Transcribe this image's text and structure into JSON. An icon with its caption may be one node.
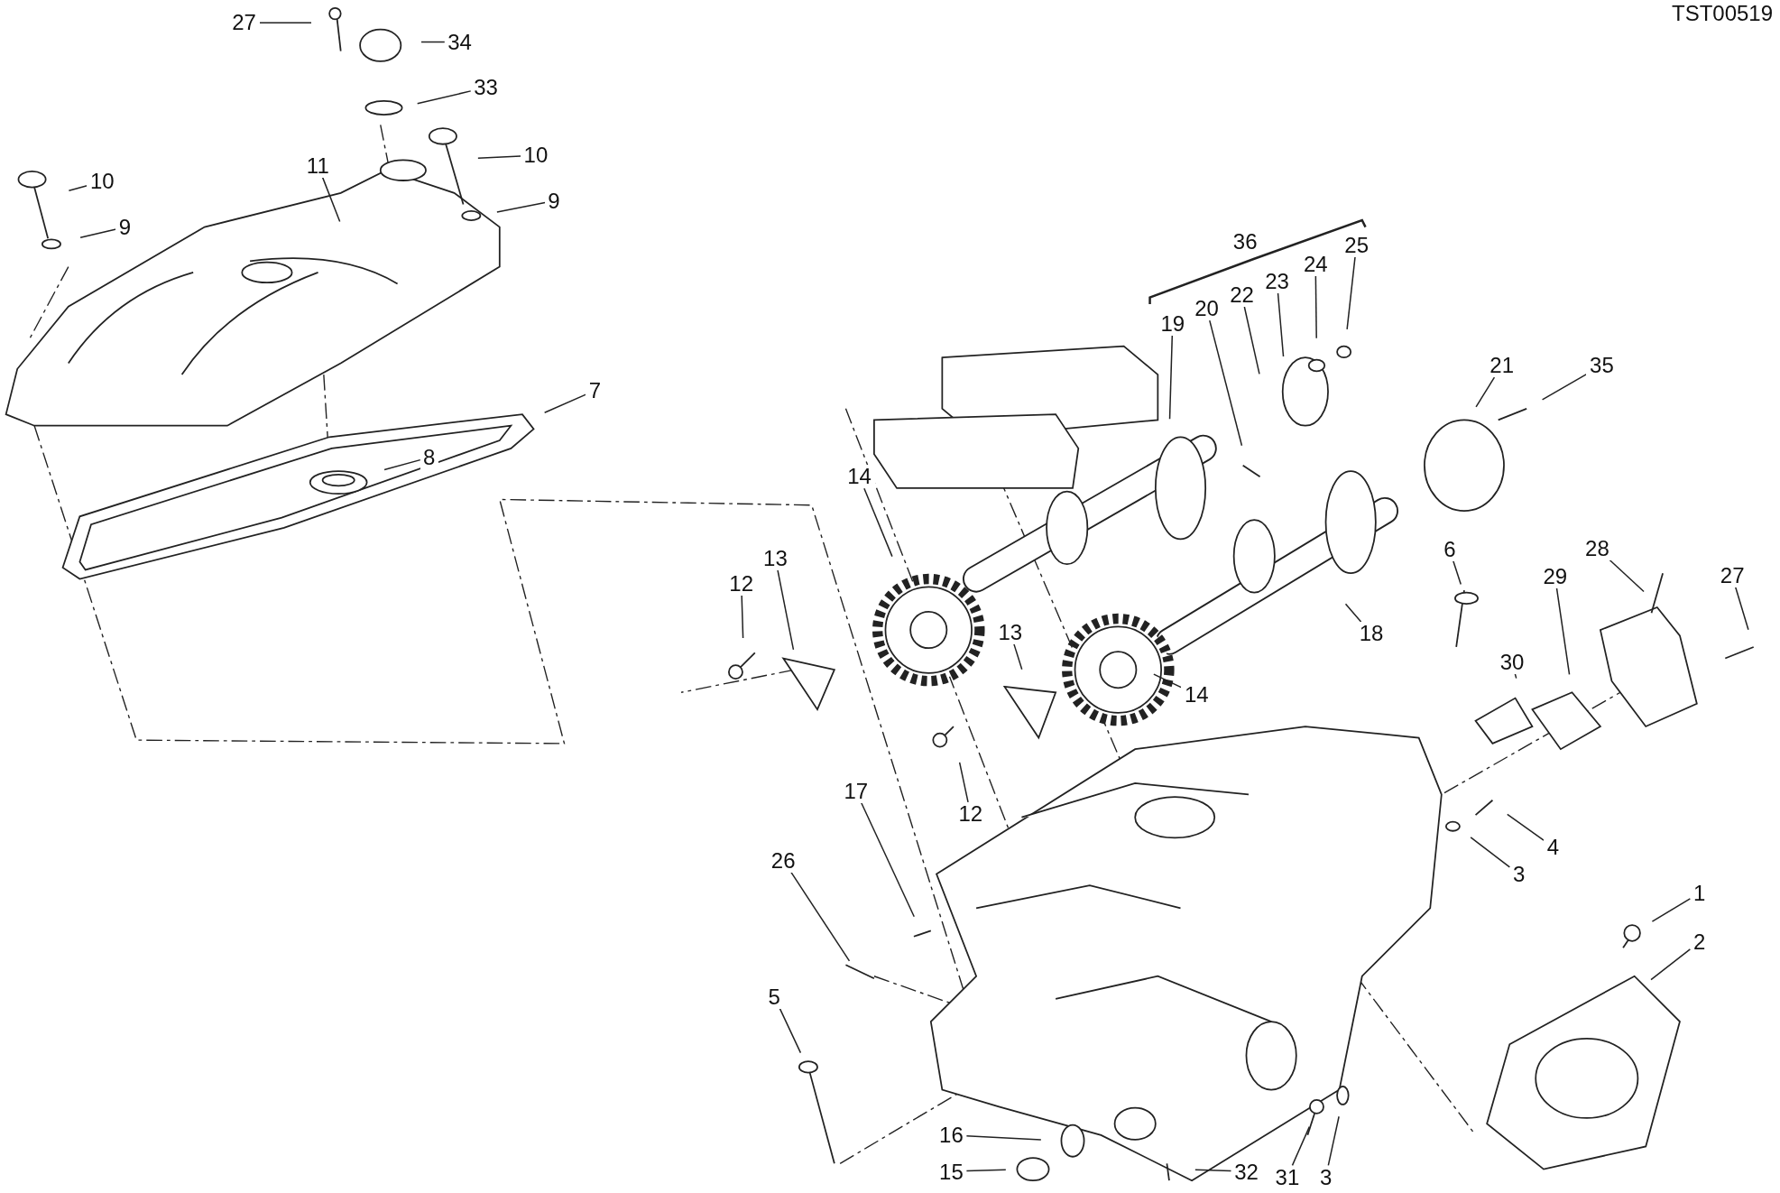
{
  "diagram": {
    "nodes": [
      {
        "text": [
          "27"
        ]
      },
      {
        "text": [
          "34"
        ]
      },
      {
        "text": [
          "33"
        ]
      },
      {
        "text": [
          "10"
        ]
      },
      {
        "text": [
          "9"
        ]
      },
      {
        "text": [
          "11"
        ]
      },
      {
        "text": [
          "10"
        ]
      },
      {
        "text": [
          "9"
        ]
      },
      {
        "text": [
          "7"
        ]
      },
      {
        "text": [
          "8"
        ]
      },
      {
        "text": [
          "19"
        ]
      },
      {
        "text": [
          "20"
        ]
      },
      {
        "text": [
          "22"
        ]
      },
      {
        "text": [
          "23"
        ]
      },
      {
        "text": [
          "24"
        ]
      },
      {
        "text": [
          "25"
        ]
      },
      {
        "text": [
          "21"
        ]
      },
      {
        "text": [
          "35"
        ]
      },
      {
        "text": [
          "14"
        ]
      },
      {
        "text": [
          "13"
        ]
      },
      {
        "text": [
          "12"
        ]
      },
      {
        "text": [
          "13"
        ]
      },
      {
        "text": [
          "14"
        ]
      },
      {
        "text": [
          "18"
        ]
      },
      {
        "text": [
          "6"
        ]
      },
      {
        "text": [
          "29"
        ]
      },
      {
        "text": [
          "28"
        ]
      },
      {
        "text": [
          "27"
        ]
      },
      {
        "text": [
          "30"
        ]
      },
      {
        "text": [
          "12"
        ]
      },
      {
        "text": [
          "4"
        ]
      },
      {
        "text": [
          "3"
        ]
      },
      {
        "text": [
          "17"
        ]
      },
      {
        "text": [
          "26"
        ]
      },
      {
        "text": [
          "1"
        ]
      },
      {
        "text": [
          "2"
        ]
      },
      {
        "text": [
          "5"
        ]
      },
      {
        "text": [
          "16"
        ]
      },
      {
        "text": [
          "15"
        ]
      },
      {
        "text": [
          "31"
        ]
      },
      {
        "text": [
          "3"
        ]
      },
      {
        "text": [
          "32"
        ]
      }
    ],
    "edges": [
      {
        "from": 0,
        "to": null,
        "arrow": "none"
      },
      {
        "from": 1,
        "to": null,
        "arrow": "none"
      },
      {
        "from": 2,
        "to": null,
        "arrow": "none"
      },
      {
        "from": 3,
        "to": null,
        "arrow": "none"
      },
      {
        "from": 4,
        "to": null,
        "arrow": "none"
      },
      {
        "from": 5,
        "to": null,
        "arrow": "none"
      },
      {
        "from": 6,
        "to": null,
        "arrow": "none"
      },
      {
        "from": 7,
        "to": null,
        "arrow": "none"
      },
      {
        "from": 8,
        "to": null,
        "arrow": "none"
      },
      {
        "from": 9,
        "to": null,
        "arrow": "none"
      },
      {
        "from": 10,
        "to": null,
        "arrow": "none"
      },
      {
        "from": 11,
        "to": null,
        "arrow": "none"
      },
      {
        "from": 12,
        "to": null,
        "arrow": "none"
      },
      {
        "from": 13,
        "to": null,
        "arrow": "none"
      },
      {
        "from": 14,
        "to": null,
        "arrow": "none"
      },
      {
        "from": 15,
        "to": null,
        "arrow": "none"
      },
      {
        "from": 16,
        "to": null,
        "arrow": "none"
      },
      {
        "from": 17,
        "to": null,
        "arrow": "none"
      },
      {
        "from": 18,
        "to": null,
        "arrow": "none"
      },
      {
        "from": 19,
        "to": null,
        "arrow": "none"
      },
      {
        "from": 20,
        "to": null,
        "arrow": "none"
      },
      {
        "from": 21,
        "to": null,
        "arrow": "none"
      },
      {
        "from": 22,
        "to": null,
        "arrow": "none"
      },
      {
        "from": 23,
        "to": null,
        "arrow": "none"
      },
      {
        "from": 24,
        "to": null,
        "arrow": "none"
      },
      {
        "from": 25,
        "to": null,
        "arrow": "none"
      },
      {
        "from": 26,
        "to": null,
        "arrow": "none"
      },
      {
        "from": 27,
        "to": null,
        "arrow": "none"
      },
      {
        "from": 28,
        "to": null,
        "arrow": "none"
      },
      {
        "from": 29,
        "to": null,
        "arrow": "none"
      },
      {
        "from": 30,
        "to": null,
        "arrow": "none"
      },
      {
        "from": 31,
        "to": null,
        "arrow": "none"
      },
      {
        "from": 32,
        "to": null,
        "arrow": "none"
      },
      {
        "from": 33,
        "to": null,
        "arrow": "none"
      },
      {
        "from": 34,
        "to": null,
        "arrow": "none"
      },
      {
        "from": 35,
        "to": null,
        "arrow": "none"
      },
      {
        "from": 36,
        "to": null,
        "arrow": "none"
      },
      {
        "from": 37,
        "to": null,
        "arrow": "none"
      },
      {
        "from": 38,
        "to": null,
        "arrow": "none"
      },
      {
        "from": 39,
        "to": null,
        "arrow": "none"
      },
      {
        "from": 40,
        "to": null,
        "arrow": "none"
      },
      {
        "from": 41,
        "to": null,
        "arrow": "none"
      }
    ],
    "labels": [
      "TST00519",
      "36"
    ]
  }
}
